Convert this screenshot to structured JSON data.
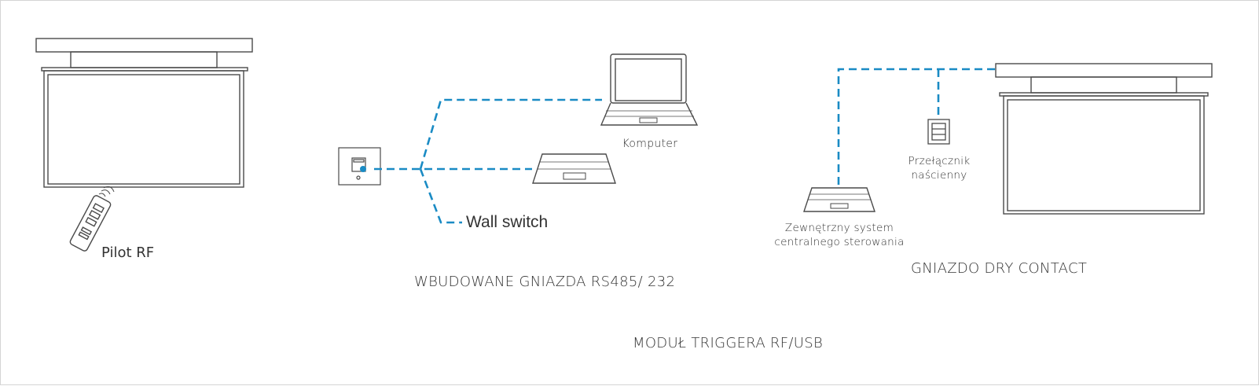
{
  "labels": {
    "pilot_rf": "Pilot RF",
    "wall_switch": "Wall switch",
    "komputer": "Komputer",
    "rs485_title": "WBUDOWANE GNIAZDA RS485/ 232",
    "ext_system_line1": "Zewnętrzny system",
    "ext_system_line2": "centralnego sterowania",
    "przelacznik_line1": "Przełącznik",
    "przelacznik_line2": "naścienny",
    "dry_contact_title": "GNIAZDO DRY CONTACT",
    "trigger_title": "MODUŁ TRIGGERA RF/USB"
  },
  "colors": {
    "line": "#4a4a4a",
    "dashed_link": "#1a8bc4",
    "text": "#333333",
    "border": "#d4d4d4"
  },
  "icons": {
    "tv_left": "tv-screen-icon",
    "remote": "rf-remote-icon",
    "wall_panel": "wall-switch-panel-icon",
    "laptop_open": "laptop-icon",
    "laptop_flat": "laptop-keyboard-icon",
    "tv_right": "tv-screen-icon",
    "keyboard_right": "control-system-keyboard-icon",
    "switch_right": "wall-switch-icon"
  }
}
